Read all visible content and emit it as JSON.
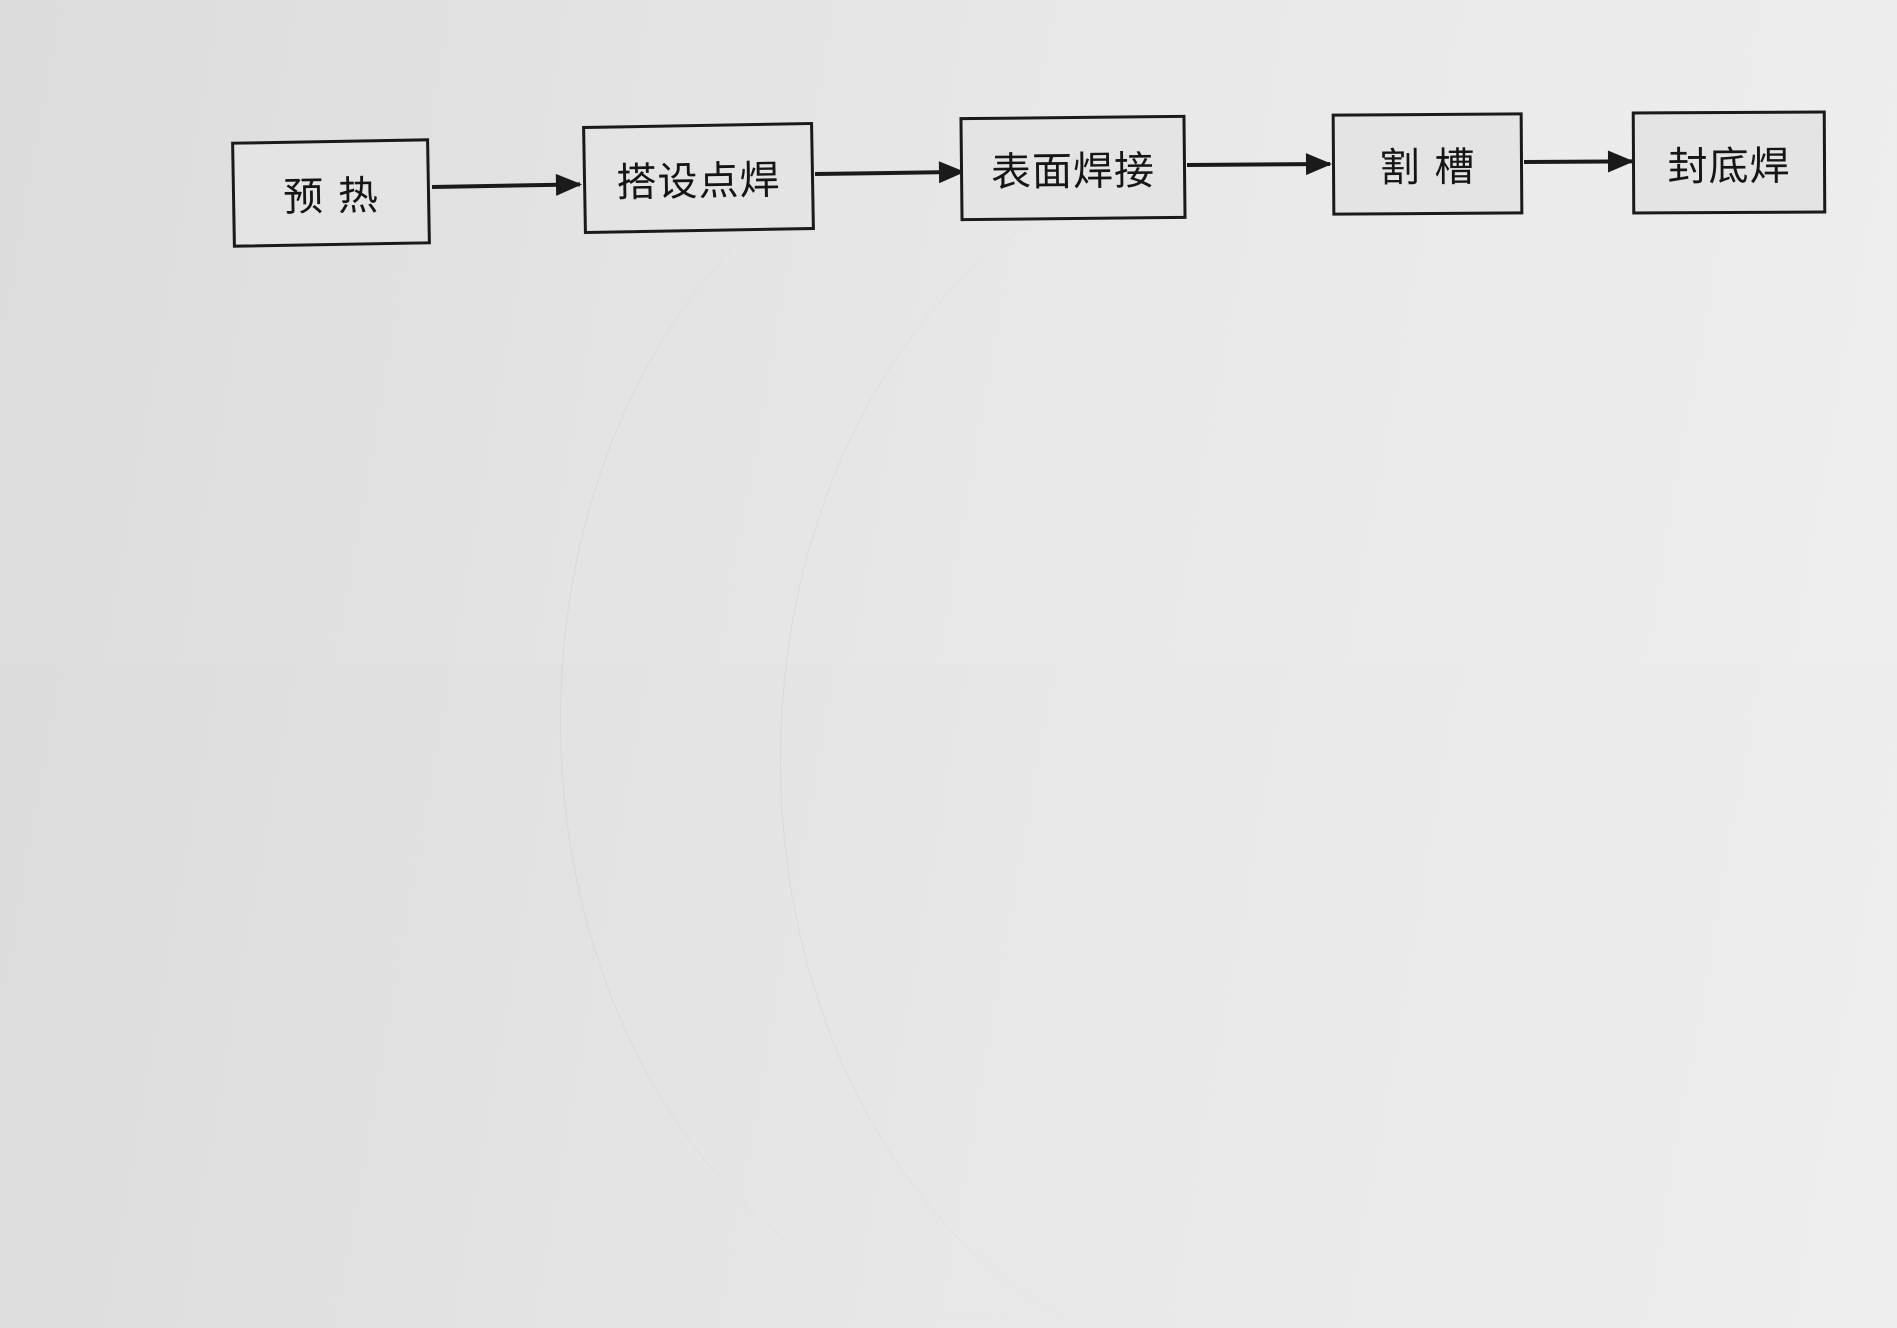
{
  "diagram": {
    "type": "flowchart",
    "direction": "left-to-right",
    "nodes": [
      {
        "id": "n1",
        "label": "预 热"
      },
      {
        "id": "n2",
        "label": "搭设点焊"
      },
      {
        "id": "n3",
        "label": "表面焊接"
      },
      {
        "id": "n4",
        "label": "割 槽"
      },
      {
        "id": "n5",
        "label": "封底焊"
      }
    ],
    "edges": [
      {
        "from": "n1",
        "to": "n2"
      },
      {
        "from": "n2",
        "to": "n3"
      },
      {
        "from": "n3",
        "to": "n4"
      },
      {
        "from": "n4",
        "to": "n5"
      }
    ],
    "colors": {
      "stroke": "#1a1a1a",
      "background": "#e6e6e6"
    }
  }
}
